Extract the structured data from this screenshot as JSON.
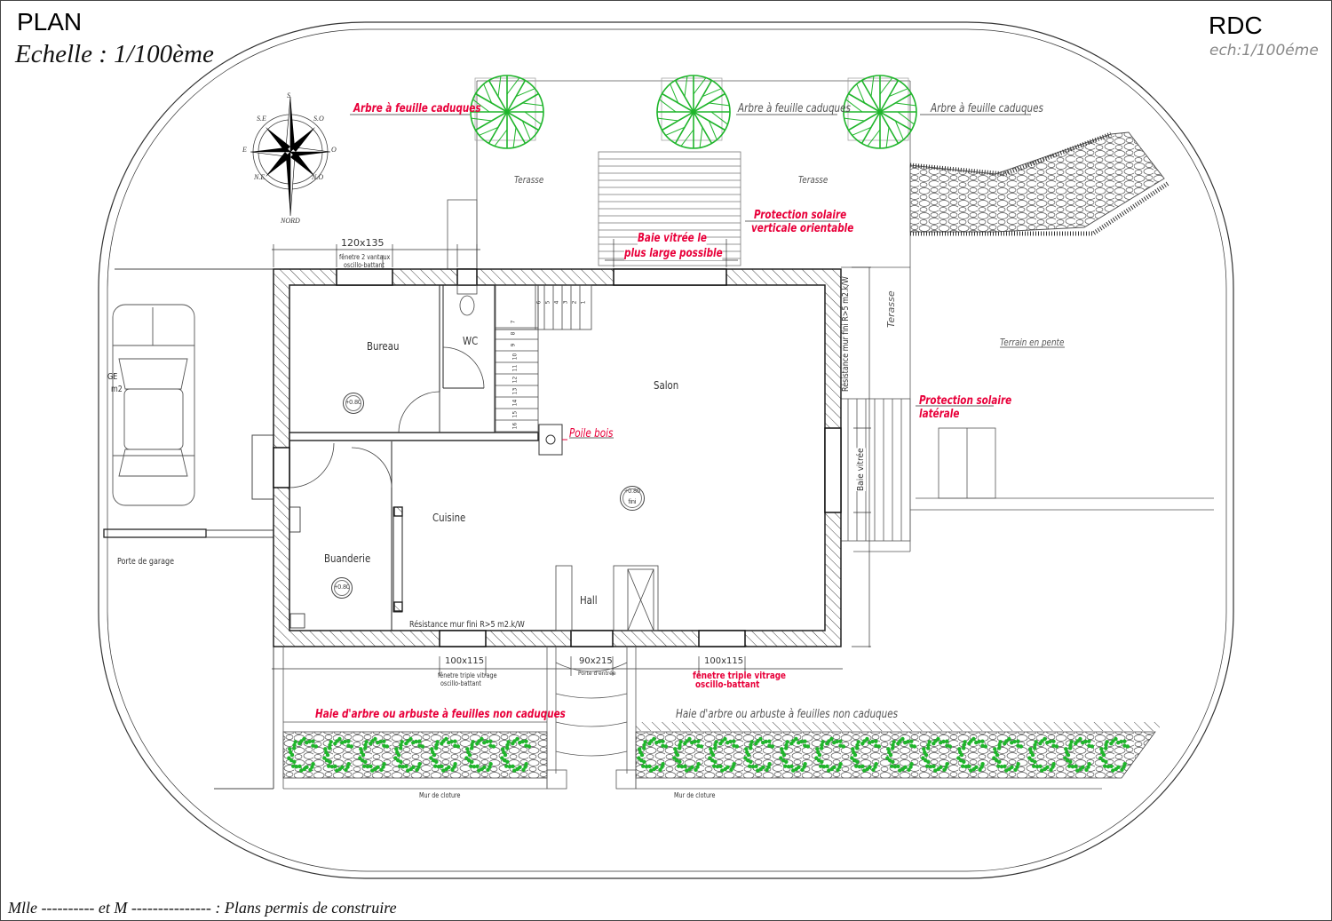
{
  "title": {
    "plan": "PLAN",
    "scale": "Echelle : 1/100ème",
    "level": "RDC",
    "level_scale": "ech:1/100éme"
  },
  "footer": "Mlle ---------- et M --------------- : Plans permis de construire",
  "compass": {
    "n": "NORD",
    "s": "S",
    "e": "E",
    "o": "O",
    "se": "S.E",
    "so": "S.O",
    "ne": "N.E",
    "no": "N.O"
  },
  "rooms": {
    "bureau": "Bureau",
    "wc": "WC",
    "salon": "Salon",
    "cuisine": "Cuisine",
    "buanderie": "Buanderie",
    "hall": "Hall"
  },
  "levels": {
    "bureau": "+0.80",
    "buanderie": "+0.80",
    "salon": "+0.80",
    "salon_sub": "fini"
  },
  "labels": {
    "tree1": "Arbre à feuille caduques",
    "tree2": "Arbre à feuille caduques",
    "tree3": "Arbre à feuille caduques",
    "terasse1": "Terasse",
    "terasse2": "Terasse",
    "terasse3": "Terasse",
    "protection_verticale_1": "Protection solaire",
    "protection_verticale_2": "verticale orientable",
    "baie_large_1": "Baie vitrée le",
    "baie_large_2": "plus large possible",
    "resistance_vertical": "Résistance mur fini R>5 m2.k/W",
    "resistance_bottom": "Résistance mur fini R>5 m2.k/W",
    "terrain": "Terrain en pente",
    "protection_laterale_1": "Protection solaire",
    "protection_laterale_2": "latérale",
    "baie_vitree": "Baie vitrée",
    "poele": "Poile bois",
    "ge": "GE",
    "m2": "m2",
    "porte_garage": "Porte de garage",
    "haie_left": "Haie d'arbre ou arbuste à feuilles non caduques",
    "haie_right": "Haie d'arbre ou arbuste à feuilles non caduques",
    "mur_left": "Mur de cloture",
    "mur_right": "Mur de cloture"
  },
  "dimensions": {
    "top_window": "120x135",
    "top_window_desc_1": "fênetre 2 vantaux",
    "top_window_desc_2": "oscillo-battant",
    "bottom_left": "100x115",
    "bottom_left_desc_1": "fênetre triple vitrage",
    "bottom_left_desc_2": "oscillo-battant",
    "door": "90x215",
    "door_desc": "Porte d'entrée",
    "bottom_right": "100x115",
    "bottom_right_desc_1": "fênetre triple vitrage",
    "bottom_right_desc_2": "oscillo-battant"
  },
  "stairs": [
    "1",
    "2",
    "3",
    "4",
    "5",
    "6",
    "7",
    "8",
    "9",
    "10",
    "11",
    "12",
    "13",
    "14",
    "15",
    "16"
  ],
  "colors": {
    "annotation": "#e8003a",
    "vegetation": "#1fb52b",
    "line": "#333333"
  }
}
